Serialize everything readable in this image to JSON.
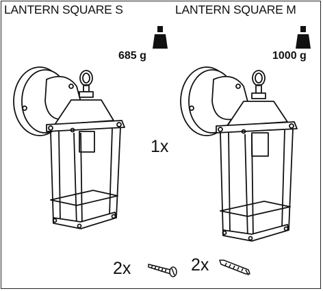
{
  "products": [
    {
      "name": "LANTERN SQUARE S",
      "weight_value": "685",
      "weight_unit": "g",
      "weight_icon": "weight-icon"
    },
    {
      "name": "LANTERN SQUARE M",
      "weight_value": "1000",
      "weight_unit": "g",
      "weight_icon": "weight-icon"
    }
  ],
  "contents": {
    "lamp_qty": "1x",
    "screw_qty": "2x",
    "wall_plug_qty": "2x",
    "screw_icon": "screw-icon",
    "wall_plug_icon": "wall-plug-icon"
  }
}
